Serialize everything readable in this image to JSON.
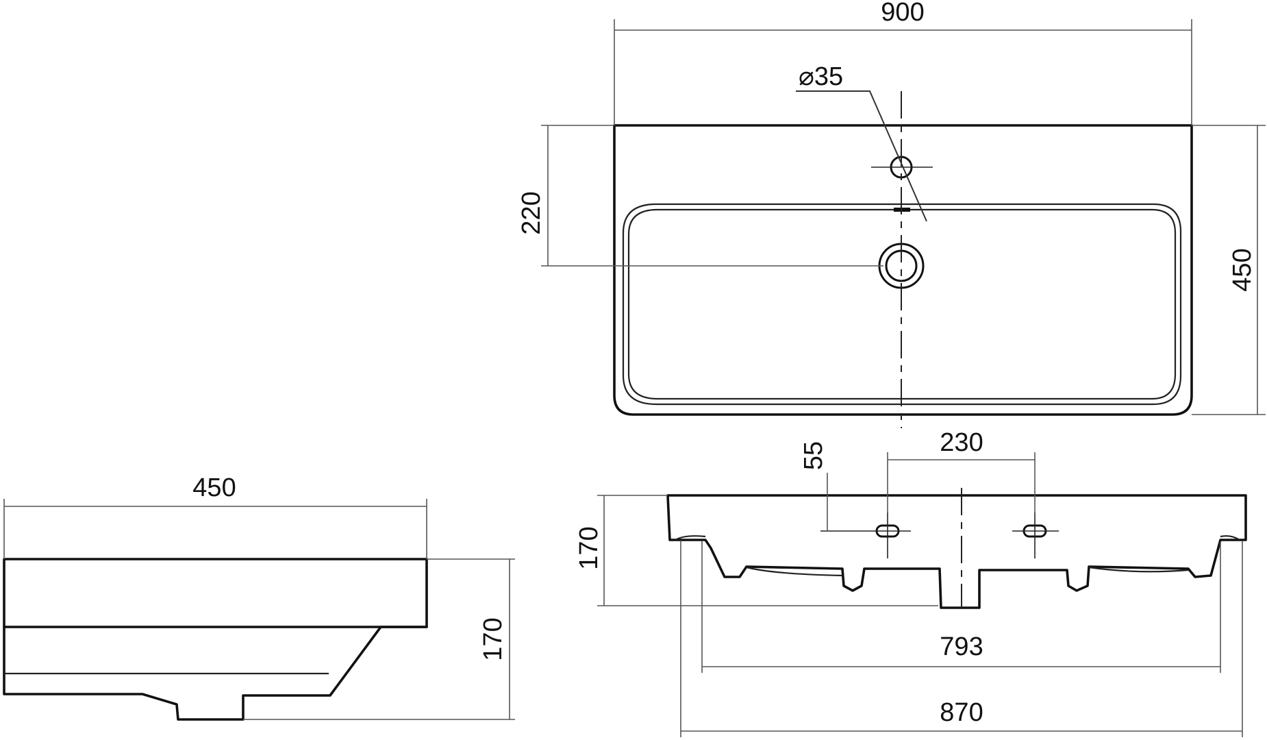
{
  "dimensions": {
    "top_width": "900",
    "top_depth": "450",
    "tap_offset": "220",
    "tap_hole_diameter": "⌀35",
    "front_spacing": "230",
    "front_offset": "55",
    "front_height": "170",
    "inner_width": "793",
    "bottom_width": "870",
    "side_depth": "450",
    "side_height": "170"
  },
  "colors": {
    "line": "#111111",
    "dimension_line": "#555555",
    "background": "#ffffff"
  }
}
